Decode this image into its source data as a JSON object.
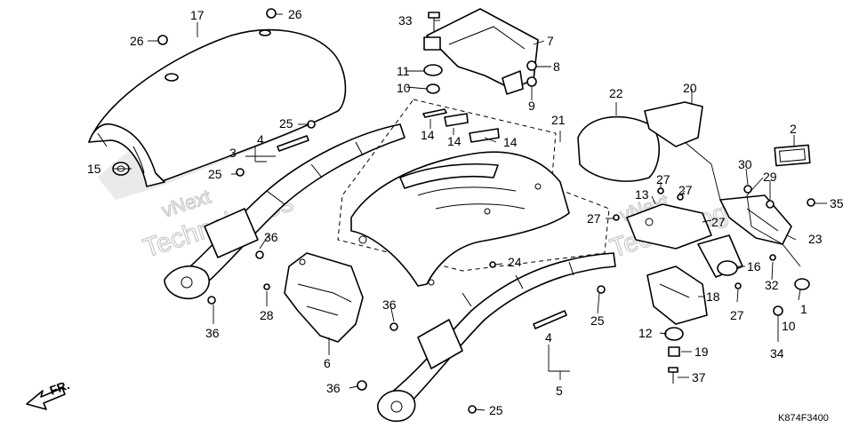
{
  "diagram": {
    "code": "K874F3400",
    "direction": "FR.",
    "watermark": [
      "vNext",
      "Technologies"
    ]
  },
  "callouts": {
    "c1": "1",
    "c2": "2",
    "c3": "3",
    "c4a": "4",
    "c4b": "4",
    "c5": "5",
    "c6": "6",
    "c7": "7",
    "c8": "8",
    "c9": "9",
    "c10a": "10",
    "c10b": "10",
    "c11": "11",
    "c12": "12",
    "c13": "13",
    "c14a": "14",
    "c14b": "14",
    "c14c": "14",
    "c15": "15",
    "c16": "16",
    "c17": "17",
    "c18": "18",
    "c19": "19",
    "c20": "20",
    "c21": "21",
    "c22": "22",
    "c23": "23",
    "c24": "24",
    "c25a": "25",
    "c25b": "25",
    "c25c": "25",
    "c25d": "25",
    "c26a": "26",
    "c26b": "26",
    "c27a": "27",
    "c27b": "27",
    "c27c": "27",
    "c27d": "27",
    "c27e": "27",
    "c28": "28",
    "c29": "29",
    "c30": "30",
    "c32": "32",
    "c33": "33",
    "c34": "34",
    "c35": "35",
    "c36a": "36",
    "c36b": "36",
    "c36c": "36",
    "c36d": "36",
    "c37": "37"
  }
}
